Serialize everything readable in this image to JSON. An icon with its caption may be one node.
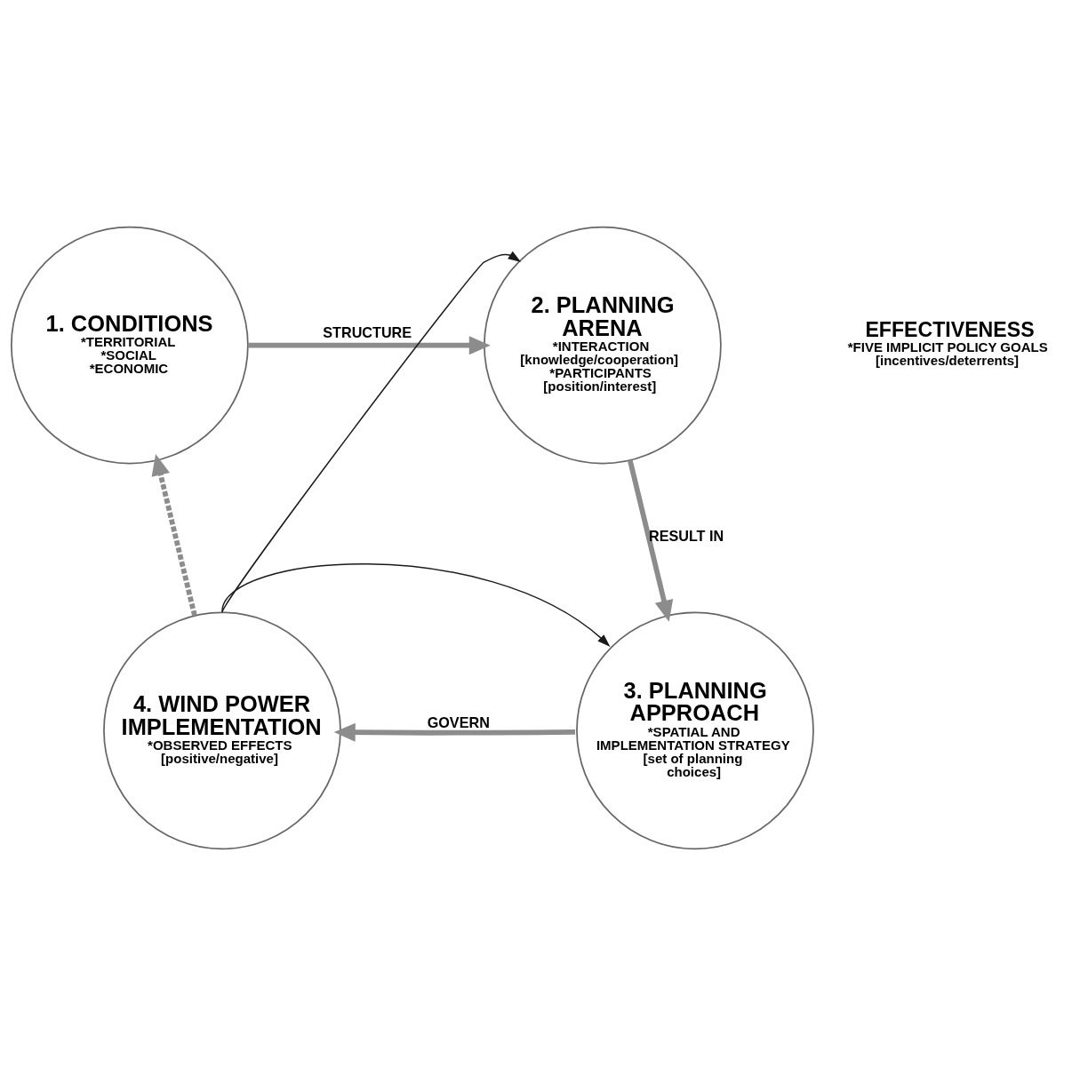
{
  "diagram": {
    "nodes": [
      {
        "text": [
          "1. CONDITIONS",
          "*TERRITORIAL",
          "*SOCIAL",
          "*ECONOMIC"
        ]
      },
      {
        "text": [
          "2. PLANNING ARENA",
          "*INTERACTION [knowledge/cooperation]",
          "*PARTICIPANTS [position/interest]"
        ]
      },
      {
        "text": [
          "3. PLANNING APPROACH",
          "*SPATIAL AND IMPLEMENTATION STRATEGY",
          "[set of planning choices]"
        ]
      },
      {
        "text": [
          "4. WIND POWER IMPLEMENTATION",
          "*OBSERVED EFFECTS [positive/negative]"
        ]
      }
    ],
    "edges": [
      {
        "from": 0,
        "to": 1,
        "arrow": "to",
        "label": "STRUCTURE"
      },
      {
        "from": 1,
        "to": 2,
        "arrow": "to",
        "label": "RESULT IN"
      },
      {
        "from": 2,
        "to": 3,
        "arrow": "to",
        "label": "GOVERN"
      },
      {
        "from": 3,
        "to": 0,
        "arrow": "to",
        "style": "dashed"
      },
      {
        "from": 3,
        "to": 1,
        "arrow": "to",
        "color": "#1a1a1a"
      },
      {
        "from": 3,
        "to": 2,
        "arrow": "to",
        "color": "#1a1a1a"
      }
    ],
    "labels": [
      "EFFECTIVENESS",
      "*FIVE IMPLICIT POLICY GOALS [incentives/deterrents]"
    ]
  }
}
